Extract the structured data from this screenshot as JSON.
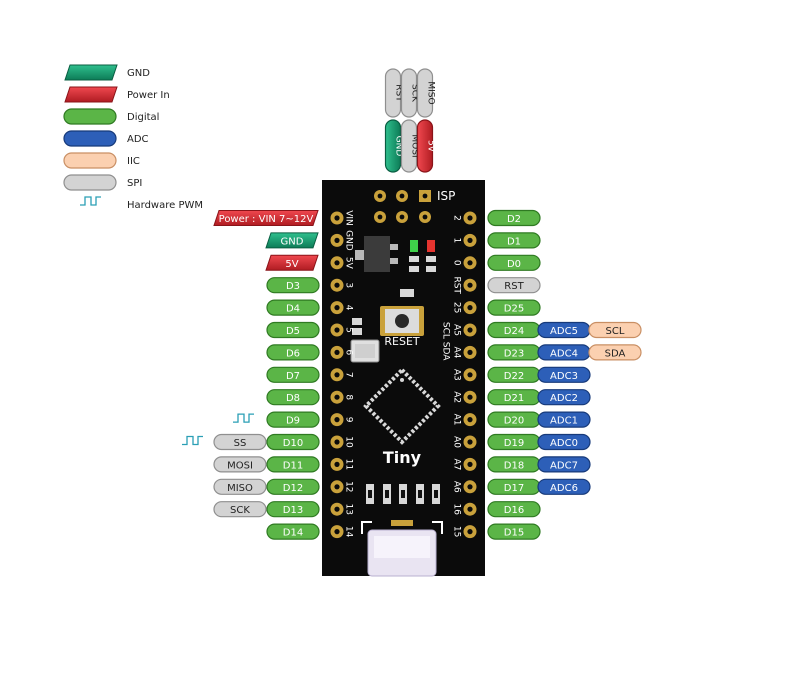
{
  "legend": [
    {
      "label": "GND",
      "kind": "gnd"
    },
    {
      "label": "Power In",
      "kind": "power"
    },
    {
      "label": "Digital",
      "kind": "digital"
    },
    {
      "label": "ADC",
      "kind": "adc"
    },
    {
      "label": "IIC",
      "kind": "iic"
    },
    {
      "label": "SPI",
      "kind": "spi"
    },
    {
      "label": "Hardware PWM",
      "kind": "pwm"
    }
  ],
  "isp_top": [
    "RST",
    "SCK",
    "MISO"
  ],
  "isp_bottom": [
    {
      "label": "GND",
      "kind": "gnd"
    },
    {
      "label": "MOSI",
      "kind": "spi"
    },
    {
      "label": "5V",
      "kind": "power"
    }
  ],
  "board": {
    "isp_label": "ISP",
    "reset_label": "RESET",
    "name": "Tiny",
    "left_silk": [
      "VIN",
      "GND",
      "5V",
      "3",
      "4",
      "5",
      "6",
      "7",
      "8",
      "9",
      "10",
      "11",
      "12",
      "13",
      "14"
    ],
    "right_silk": [
      "2",
      "1",
      "0",
      "RST",
      "25",
      "A5",
      "A4",
      "A3",
      "A2",
      "A1",
      "A0",
      "A7",
      "A6",
      "16",
      "15"
    ],
    "scl_sda_silk": "SCL SDA"
  },
  "left_pins": [
    {
      "label": "Power : VIN  7~12V",
      "kind": "power",
      "wide": true
    },
    {
      "label": "GND",
      "kind": "gnd"
    },
    {
      "label": "5V",
      "kind": "power"
    },
    {
      "label": "D3",
      "kind": "digital"
    },
    {
      "label": "D4",
      "kind": "digital"
    },
    {
      "label": "D5",
      "kind": "digital"
    },
    {
      "label": "D6",
      "kind": "digital"
    },
    {
      "label": "D7",
      "kind": "digital"
    },
    {
      "label": "D8",
      "kind": "digital"
    },
    {
      "label": "D9",
      "kind": "digital",
      "pwm": true
    },
    {
      "label": "D10",
      "kind": "digital",
      "extra": "SS",
      "pwm": true
    },
    {
      "label": "D11",
      "kind": "digital",
      "extra": "MOSI"
    },
    {
      "label": "D12",
      "kind": "digital",
      "extra": "MISO"
    },
    {
      "label": "D13",
      "kind": "digital",
      "extra": "SCK"
    },
    {
      "label": "D14",
      "kind": "digital"
    }
  ],
  "right_pins": [
    {
      "label": "D2",
      "kind": "digital"
    },
    {
      "label": "D1",
      "kind": "digital"
    },
    {
      "label": "D0",
      "kind": "digital"
    },
    {
      "label": "RST",
      "kind": "spi"
    },
    {
      "label": "D25",
      "kind": "digital"
    },
    {
      "label": "D24",
      "kind": "digital",
      "adc": "ADC5",
      "iic": "SCL"
    },
    {
      "label": "D23",
      "kind": "digital",
      "adc": "ADC4",
      "iic": "SDA"
    },
    {
      "label": "D22",
      "kind": "digital",
      "adc": "ADC3"
    },
    {
      "label": "D21",
      "kind": "digital",
      "adc": "ADC2"
    },
    {
      "label": "D20",
      "kind": "digital",
      "adc": "ADC1"
    },
    {
      "label": "D19",
      "kind": "digital",
      "adc": "ADC0"
    },
    {
      "label": "D18",
      "kind": "digital",
      "adc": "ADC7"
    },
    {
      "label": "D17",
      "kind": "digital",
      "adc": "ADC6"
    },
    {
      "label": "D16",
      "kind": "digital"
    },
    {
      "label": "D15",
      "kind": "digital"
    }
  ],
  "colors": {
    "gnd": "#149a6e",
    "power": "#d42a31",
    "digital": "#5bb547",
    "adc": "#2d5fb8",
    "iic": "#fbd0b0",
    "spi": "#d3d3d3",
    "board": "#0b0b0b",
    "pad": "#c9a13b"
  }
}
